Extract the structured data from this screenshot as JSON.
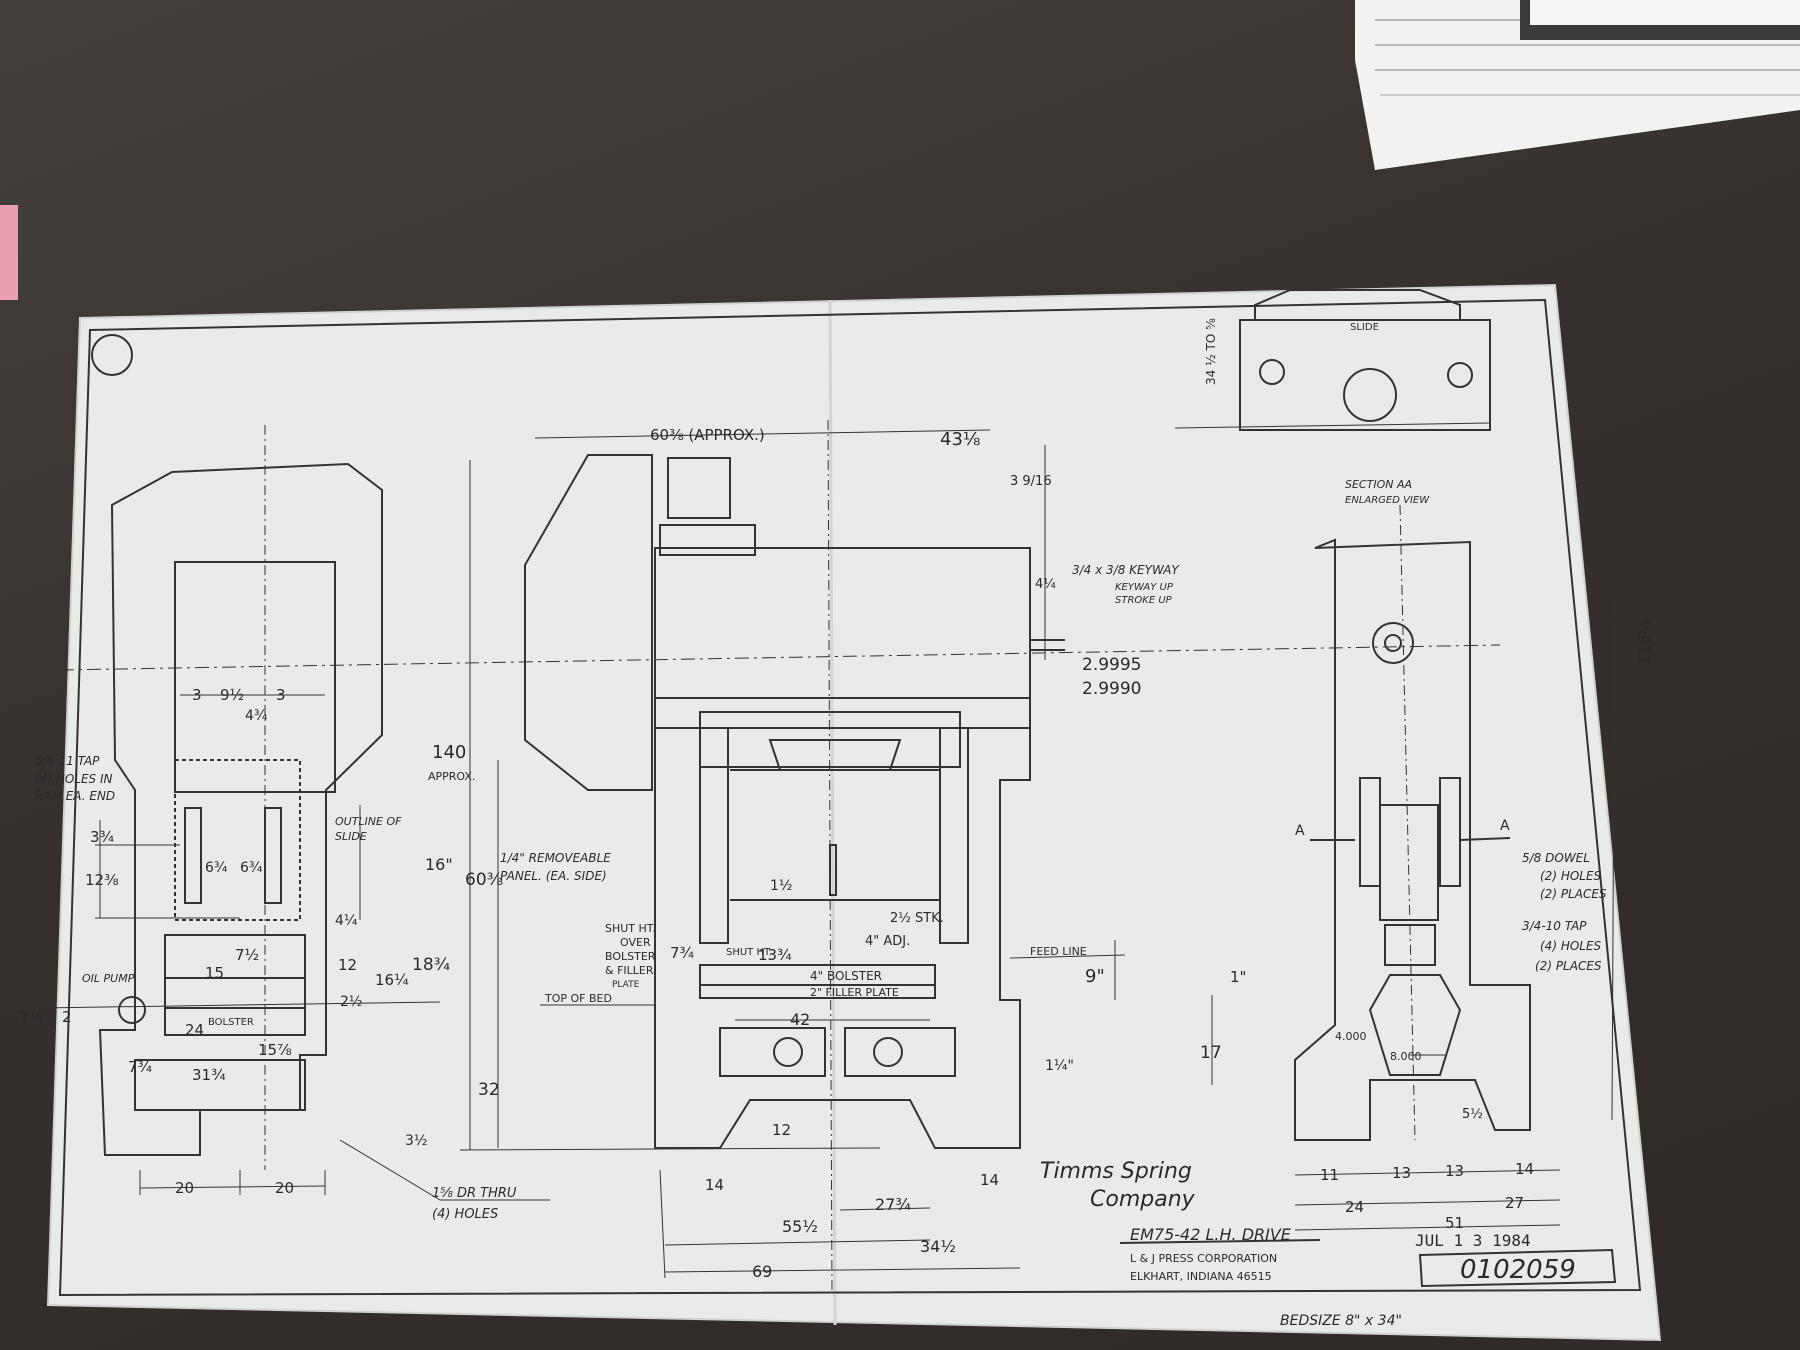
{
  "colors": {
    "desk": "#3b3633",
    "paper": "#e9ebe8",
    "ink": "#2a2a2a",
    "pink_tab": "#e8a0b0"
  },
  "title_block": {
    "company_line1": "Timms Spring",
    "company_line2": "Company",
    "model": "EM75-42 L.H. DRIVE",
    "maker": "L & J PRESS CORPORATION",
    "location": "ELKHART, INDIANA 46515",
    "date": "JUL 1 3 1984",
    "drawing_no": "0102059",
    "bed_size": "BEDSIZE  8\" x 34\""
  },
  "front_view": {
    "dim_3a": "3",
    "dim_9_1_2": "9½",
    "dim_3b": "3",
    "dim_4_3_4": "4¾",
    "tap_note_1": "5/8-11 TAP",
    "tap_note_2": "(4) HOLES IN",
    "tap_note_3": "RAM EA. END",
    "outline_1": "OUTLINE OF",
    "outline_2": "SLIDE",
    "dim_3_3_4": "3¾",
    "dim_12_3_8": "12⅜",
    "dim_6_3_4a": "6¾",
    "dim_6_3_4b": "6¾",
    "dim_16": "16\"",
    "dim_4_1_4": "4¼",
    "dim_7_1_2": "7½",
    "dim_15": "15",
    "dim_12": "12",
    "dim_16_1_4": "16¼",
    "dim_18_3_4": "18¾",
    "oil_pump": "OIL PUMP",
    "dim_7_1_2_left": "7½",
    "dim_2": "2",
    "dim_2_1_2": "2½",
    "dim_24": "24",
    "bolster": "BOLSTER",
    "dim_15_7_8": "15⅞",
    "dim_7_3_4": "7¾",
    "dim_31_3_4": "31¾",
    "dim_32": "32",
    "dim_3_1_2": "3½",
    "dim_20a": "20",
    "dim_20b": "20",
    "hole_note_1": "1⅝ DR THRU",
    "hole_note_2": "(4) HOLES",
    "dim_140": "140",
    "approx": "APPROX.",
    "dim_60_3_8": "60⅜"
  },
  "side_view": {
    "top_dim_60": "60⅜ (APPROX.)",
    "top_dim_43": "43⅛",
    "dim_3_9_16": "3 9/16",
    "dim_4_1_4": "4¼",
    "keyway_1": "3/4 x 3/8 KEYWAY",
    "keyway_2": "KEYWAY UP",
    "keyway_3": "STROKE UP",
    "shaft_1": "2.9995",
    "shaft_2": "2.9990",
    "panel_1": "1/4\" REMOVEABLE",
    "panel_2": "PANEL. (EA. SIDE)",
    "dim_1_1_2": "1½",
    "dim_2_1_2_stk": "2½ STK.",
    "dim_4_adj": "4\" ADJ.",
    "shut_1": "SHUT HT.",
    "shut_2": "OVER",
    "shut_3": "BOLSTER",
    "shut_4": "& FILLER",
    "shut_5": "PLATE",
    "dim_7_3_4": "7¾",
    "shut_ht": "SHUT HT.",
    "dim_13_3_4": "13¾",
    "feed_line": "FEED LINE",
    "dim_9": "9\"",
    "bolster_4": "4\"   BOLSTER",
    "filler_2": "2\" FILLER PLATE",
    "top_of_bed": "TOP OF BED",
    "dim_42": "42",
    "dim_1_4": "1¼\"",
    "dim_12": "12",
    "dim_14a": "14",
    "dim_14b": "14",
    "dim_27_3_4": "27¾",
    "dim_55_1_2": "55½",
    "dim_34_1_2": "34½",
    "dim_69": "69"
  },
  "section": {
    "slide": "SLIDE",
    "dim_34": "34 ½ TO ⅝",
    "title_1": "SECTION AA",
    "title_2": "ENLARGED VIEW"
  },
  "end_view": {
    "dim_116": "116⅝",
    "a_left": "A",
    "a_right": "A",
    "dowel_1": "5/8 DOWEL",
    "dowel_2": "(2) HOLES",
    "dowel_3": "(2) PLACES",
    "tap_1": "3/4-10 TAP",
    "tap_2": "(4) HOLES",
    "tap_3": "(2) PLACES",
    "dim_1": "1\"",
    "dim_17": "17",
    "dim_4000": "4.000",
    "dim_8000": "8.000",
    "dim_5_1_2": "5½",
    "dim_11": "11",
    "dim_13a": "13",
    "dim_13b": "13",
    "dim_14": "14",
    "dim_24": "24",
    "dim_27": "27",
    "dim_51": "51"
  }
}
